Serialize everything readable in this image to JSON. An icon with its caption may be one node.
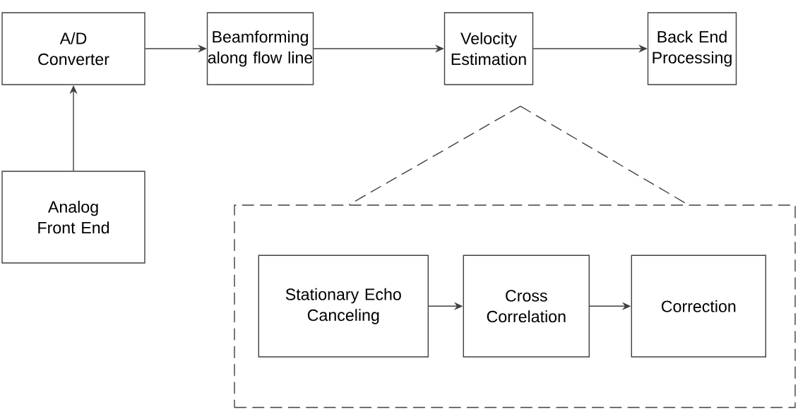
{
  "diagram": {
    "nodes": [
      {
        "text": [
          "A/D Converter"
        ]
      },
      {
        "text": [
          "Beamforming along flow line"
        ]
      },
      {
        "text": [
          "Velocity Estimation"
        ]
      },
      {
        "text": [
          "Back End Processing"
        ]
      },
      {
        "text": [
          "Analog Front End"
        ]
      },
      {
        "text": [],
        "shape": "box"
      },
      {
        "text": [
          "Stationary Echo Canceling"
        ],
        "in": 5
      },
      {
        "text": [
          "Cross Correlation"
        ],
        "in": 5
      },
      {
        "text": [
          "Correction"
        ],
        "in": 5
      }
    ],
    "edges": [
      {
        "from": 0,
        "to": 1,
        "arrow": "to"
      },
      {
        "from": 1,
        "to": 2,
        "arrow": "to"
      },
      {
        "from": 2,
        "to": 3,
        "arrow": "to"
      },
      {
        "from": 4,
        "to": 0,
        "arrow": "to"
      },
      {
        "from": 6,
        "to": 7,
        "arrow": "to"
      },
      {
        "from": 7,
        "to": 8,
        "arrow": "to"
      },
      {
        "from": 2,
        "to": 5,
        "arrow": "none",
        "style": "dashed"
      },
      {
        "from": 2,
        "to": 5,
        "arrow": "none",
        "style": "dashed"
      }
    ]
  }
}
